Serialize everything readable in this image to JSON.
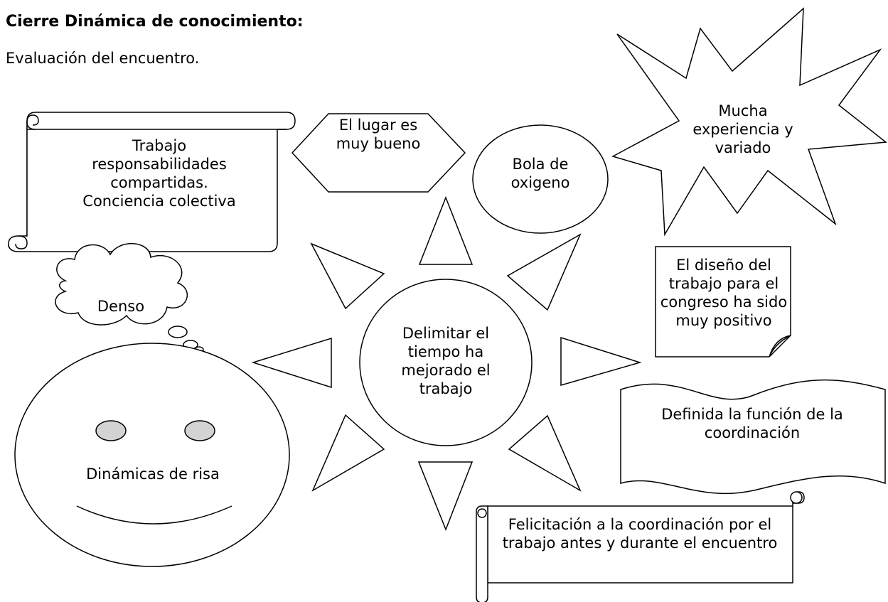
{
  "title": "Cierre Dinámica de conocimiento:",
  "subtitle": "Evaluación del encuentro.",
  "center": "Delimitar el tiempo ha mejorado el trabajo",
  "notes": {
    "scroll_left": "Trabajo responsabilidades compartidas. Conciencia colectiva",
    "hexagon": "El lugar es muy bueno",
    "oval": "Bola de oxigeno",
    "star": "Mucha experiencia y variado",
    "folded_note": "El diseño del trabajo para el congreso ha sido muy positivo",
    "cloud": "Denso",
    "wave": "Definida la función de la coordinación",
    "smiley": "Dinámicas de risa",
    "scroll_bottom": "Felicitación a la coordinación por el trabajo antes y durante el encuentro"
  }
}
